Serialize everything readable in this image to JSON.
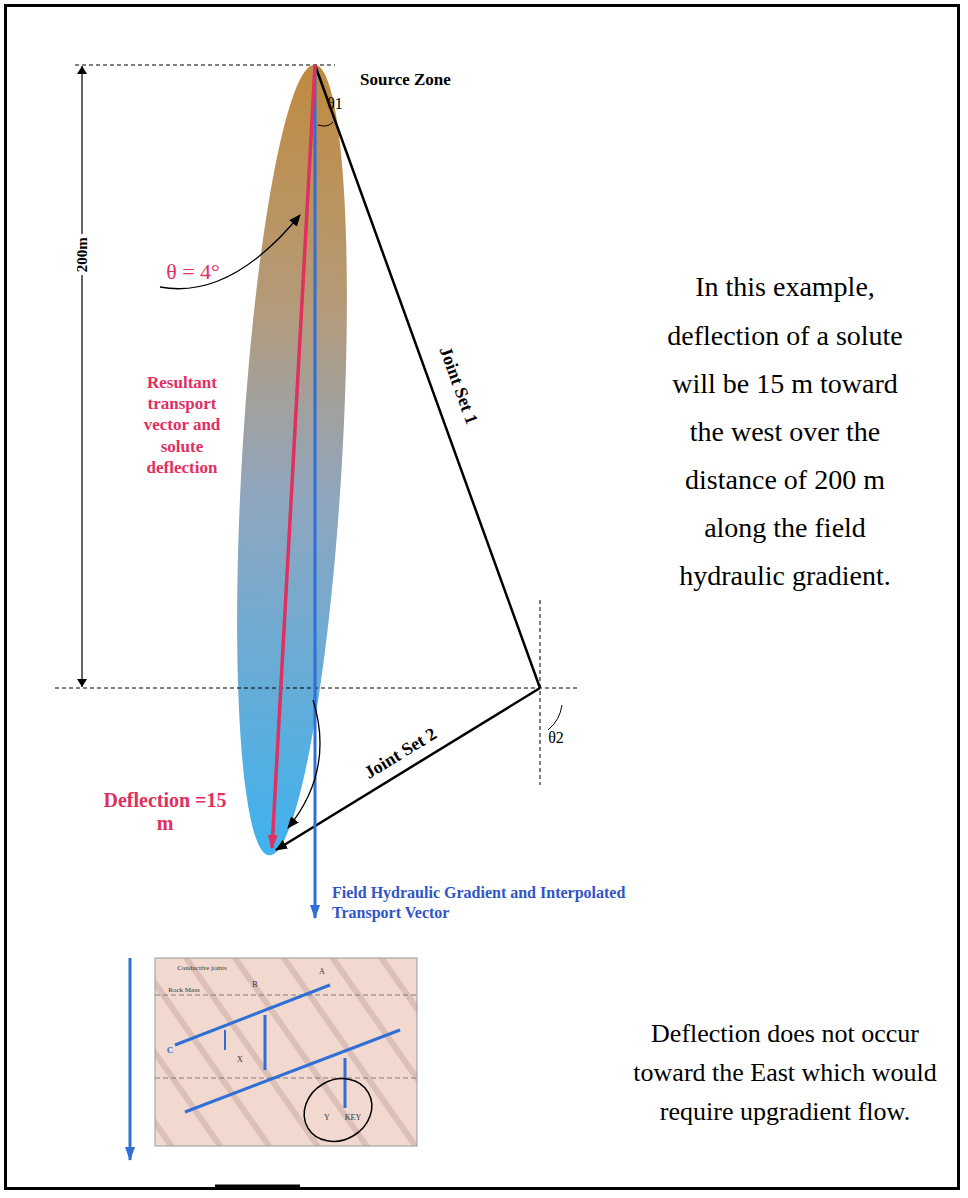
{
  "diagram": {
    "labels": [
      "Source Zone",
      "θ1",
      "θ = 4°",
      "200m",
      "Resultant transport vector and solute deflection",
      "Joint Set 1",
      "Joint Set 2",
      "θ2",
      "Deflection =15 m",
      "Field Hydraulic Gradient and Interpolated Transport Vector",
      "In this example, deflection of a solute will be 15 m toward the west over the distance of 200 m along the field hydraulic gradient.",
      "Conductive joints",
      "Rock Mass",
      "A",
      "B",
      "C",
      "X",
      "Y",
      "KEY",
      "Deflection does not occur toward the East which would require upgradient flow."
    ]
  }
}
